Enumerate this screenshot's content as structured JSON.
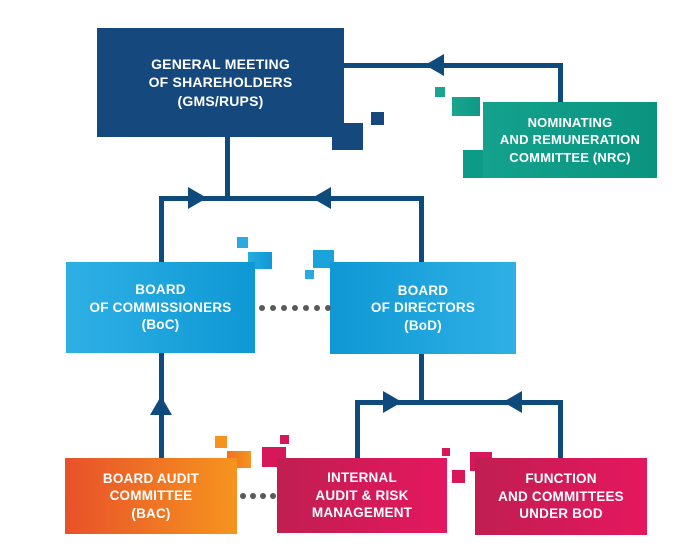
{
  "nodes": {
    "gms": {
      "lines": [
        "GENERAL MEETING",
        "OF SHAREHOLDERS",
        "(GMS/RUPS)"
      ]
    },
    "nrc": {
      "lines": [
        "NOMINATING",
        "AND REMUNERATION",
        "COMMITTEE (NRC)"
      ]
    },
    "boc": {
      "lines": [
        "BOARD",
        "OF COMMISSIONERS",
        "(BoC)"
      ]
    },
    "bod": {
      "lines": [
        "BOARD",
        "OF DIRECTORS",
        "(BoD)"
      ]
    },
    "bac": {
      "lines": [
        "BOARD AUDIT",
        "COMMITTEE",
        "(BAC)"
      ]
    },
    "internal_audit": {
      "lines": [
        "INTERNAL",
        "AUDIT & RISK",
        "MANAGEMENT"
      ]
    },
    "function_committees": {
      "lines": [
        "FUNCTION",
        "AND COMMITTEES",
        "UNDER BOD"
      ]
    }
  },
  "connections": [
    {
      "from": "nrc",
      "to": "gms",
      "style": "solid-arrow"
    },
    {
      "from": "gms",
      "to": "boc",
      "style": "solid-arrow"
    },
    {
      "from": "gms",
      "to": "bod",
      "style": "solid-arrow"
    },
    {
      "from": "bac",
      "to": "boc",
      "style": "solid-arrow"
    },
    {
      "from": "bod",
      "to": "internal_audit",
      "style": "solid-arrow"
    },
    {
      "from": "bod",
      "to": "function_committees",
      "style": "solid-arrow"
    },
    {
      "from": "boc",
      "to": "bod",
      "style": "dotted"
    },
    {
      "from": "bac",
      "to": "internal_audit",
      "style": "dotted"
    }
  ],
  "colors": {
    "background": "#FFFFFF",
    "connector_navy": "#0F4A7D",
    "dotted_gray": "#58595B",
    "gms_navy": "#15497E",
    "nrc_teal_start": "#14A28D",
    "nrc_teal_end": "#0A9480",
    "board_blue_light": "#2FB0E5",
    "board_blue_dark": "#0E98D4",
    "bac_orange_start": "#E8512A",
    "bac_orange_end": "#F6941E",
    "crimson_start": "#C01E52",
    "crimson_end": "#E5175E",
    "text": "#FFFFFF"
  }
}
